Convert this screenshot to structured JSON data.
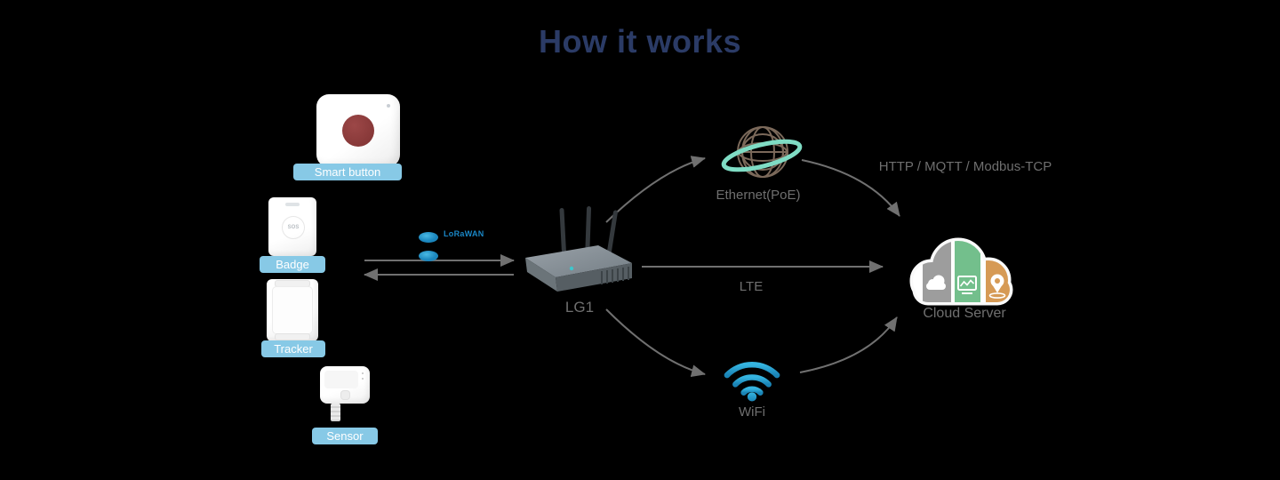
{
  "title": "How it works",
  "devices": [
    {
      "label": "Smart button"
    },
    {
      "label": "Badge",
      "badge_text": "SOS"
    },
    {
      "label": "Tracker"
    },
    {
      "label": "Sensor"
    }
  ],
  "gateway": {
    "label": "LG1"
  },
  "uplinks": {
    "lora": "LoRaWAN",
    "lte": "LTE",
    "protocols": "HTTP / MQTT / Modbus-TCP"
  },
  "nodes": {
    "ethernet": {
      "label": "Ethernet(PoE)"
    },
    "wifi": {
      "label": "WiFi"
    },
    "cloud": {
      "label": "Cloud Server"
    }
  },
  "colors": {
    "title": "#2b3b66",
    "device_label_bg": "#87c9e6",
    "device_label_text": "#ffffff",
    "arrow": "#707070",
    "node_label": "#6f6f6f",
    "lora_blue": "#1a87c6",
    "wifi_cyan": "#2aa7d8",
    "globe_brown": "#7b695a",
    "globe_ring": "#7fdcc4",
    "cloud_gray": "#9d9d9d",
    "cloud_green": "#73bf8c",
    "cloud_orange": "#d69a55",
    "button_red": "#8e3c3c"
  }
}
